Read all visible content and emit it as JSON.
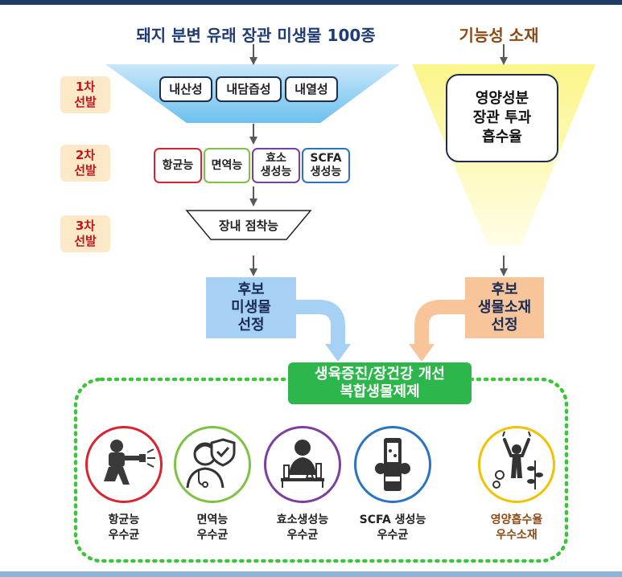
{
  "titles": {
    "left": "돼지 분변 유래 장관 미생물 100종",
    "right": "기능성 소재"
  },
  "stages": [
    {
      "line1": "1차",
      "line2": "선발"
    },
    {
      "line1": "2차",
      "line2": "선발"
    },
    {
      "line1": "3차",
      "line2": "선발"
    }
  ],
  "stage1_filters": [
    "내산성",
    "내담즙성",
    "내열성"
  ],
  "stage2_tags": [
    {
      "line1": "항균능",
      "line2": "",
      "color": "#d9232e"
    },
    {
      "line1": "면역능",
      "line2": "",
      "color": "#7dc242"
    },
    {
      "line1": "효소",
      "line2": "생성능",
      "color": "#7a3fa0"
    },
    {
      "line1": "SCFA",
      "line2": "생성능",
      "color": "#2a72c2"
    }
  ],
  "stage3": "장내 점착능",
  "right_box": {
    "line1": "영양성분",
    "line2": "장관 투과",
    "line3": "흡수율"
  },
  "candidate_microbe": {
    "line1": "후보",
    "line2": "미생물",
    "line3": "선정"
  },
  "candidate_material": {
    "line1": "후보",
    "line2": "생물소재",
    "line3": "선정"
  },
  "result": {
    "line1": "생육증진/장건강 개선",
    "line2": "복합생물제제"
  },
  "outcomes": [
    {
      "line1": "항균능",
      "line2": "우수균",
      "color": "#d9232e",
      "icon": "soldier-icon"
    },
    {
      "line1": "면역능",
      "line2": "우수균",
      "color": "#7dc242",
      "icon": "doctor-shield-icon"
    },
    {
      "line1": "효소생성능",
      "line2": "우수균",
      "color": "#7a3fa0",
      "icon": "scientist-icon"
    },
    {
      "line1": "SCFA 생성능",
      "line2": "우수균",
      "color": "#2a72c2",
      "icon": "police-shield-icon"
    },
    {
      "line1": "영양흡수율",
      "line2": "우수소재",
      "color": "#f2c200",
      "icon": "growth-person-icon"
    }
  ],
  "colors": {
    "funnel_blue": "#a8d8f5",
    "funnel_yellow": "#fdfaa0",
    "green_dotted": "#3cc43c",
    "arrow_gray": "#595959"
  }
}
